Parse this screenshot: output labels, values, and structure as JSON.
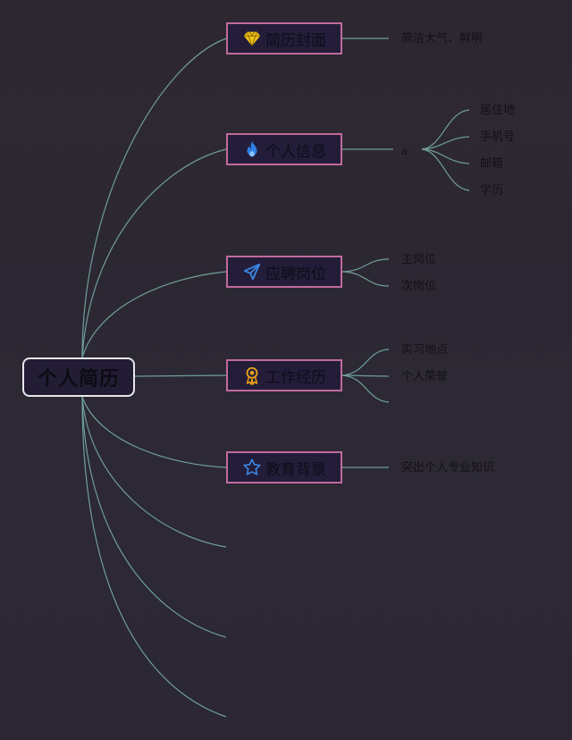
{
  "root": {
    "label": "个人简历"
  },
  "branches": [
    {
      "label": "简历封面",
      "icon": "diamond-icon",
      "icon_color": "#f2c21b",
      "children": [
        "简洁大气、鲜明"
      ]
    },
    {
      "label": "个人信息",
      "icon": "flame-icon",
      "icon_color": "#2f7fe0",
      "connector": "a",
      "children": [
        "居住地",
        "手机号",
        "邮箱",
        "学历"
      ]
    },
    {
      "label": "应聘岗位",
      "icon": "paper-plane-icon",
      "icon_color": "#3a86e0",
      "children": [
        "主岗位",
        "次岗位"
      ]
    },
    {
      "label": "工作经历",
      "icon": "award-ribbon-icon",
      "icon_color": "#e8a21a",
      "children": [
        "实习地点",
        "个人荣誉",
        ""
      ]
    },
    {
      "label": "教育背景",
      "icon": "star-icon",
      "icon_color": "#3a86e0",
      "children": [
        "突出个人专业知识"
      ]
    }
  ],
  "colors": {
    "line": "#6f9e99",
    "node_border": "#c06b9c",
    "root_border": "#e9e6ee"
  }
}
